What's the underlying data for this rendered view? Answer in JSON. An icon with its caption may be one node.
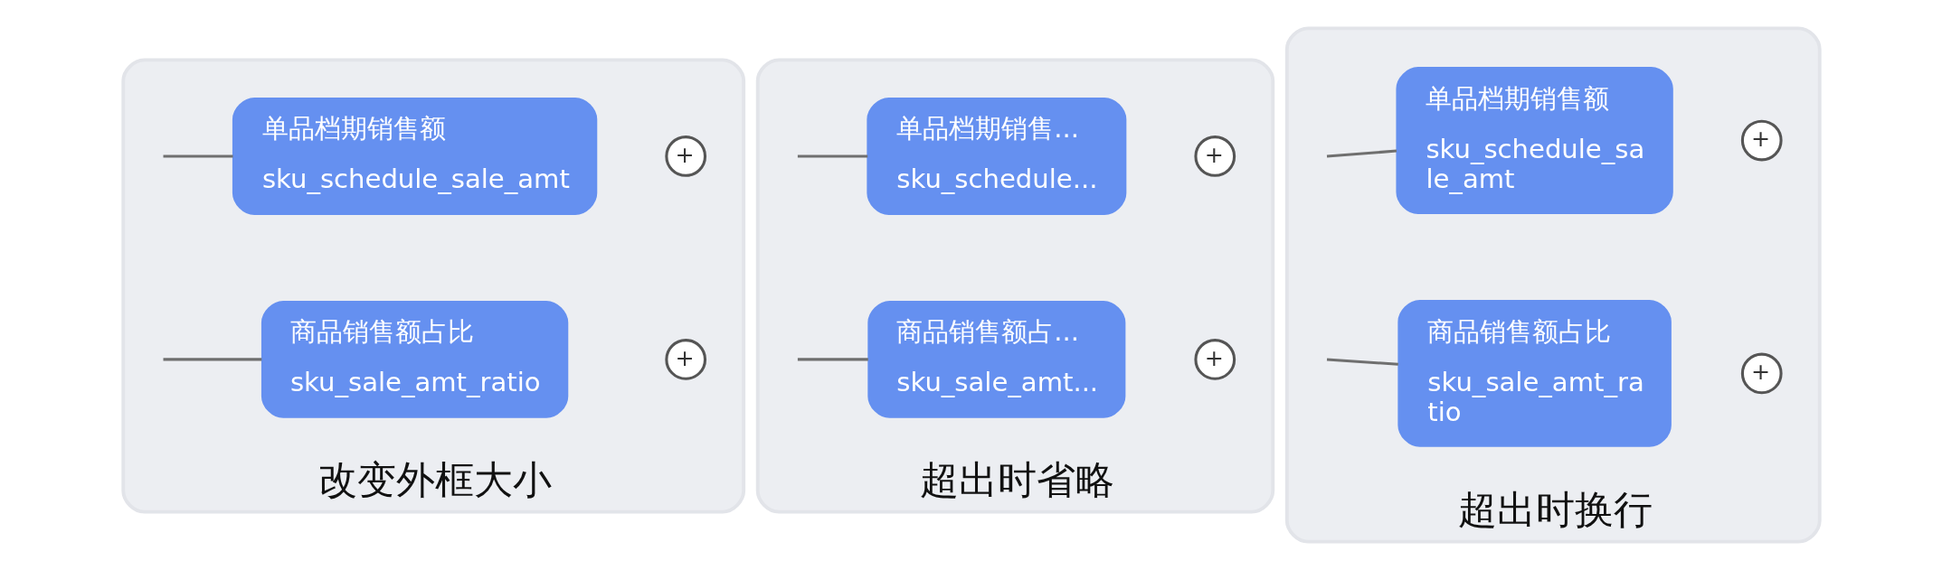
{
  "diagram": {
    "nodes": [
      {
        "text": [
          "改变外框大小"
        ]
      },
      {
        "text": [
          "单品档期销售额",
          "sku_schedule_sale_amt"
        ],
        "in": 0
      },
      {
        "text": [
          "+"
        ],
        "in": 0
      },
      {
        "text": [
          "商品销售额占比",
          "sku_sale_amt_ratio"
        ],
        "in": 0
      },
      {
        "text": [
          "+"
        ],
        "in": 0
      },
      {
        "text": [
          "超出时省略"
        ]
      },
      {
        "text": [
          "单品档期销售...",
          "sku_schedule..."
        ],
        "in": 5
      },
      {
        "text": [
          "+"
        ],
        "in": 5
      },
      {
        "text": [
          "商品销售额占...",
          "sku_sale_amt..."
        ],
        "in": 5
      },
      {
        "text": [
          "+"
        ],
        "in": 5
      },
      {
        "text": [
          "超出时换行"
        ]
      },
      {
        "text": [
          "单品档期销售额",
          "sku_schedule_sa le_amt"
        ],
        "in": 10
      },
      {
        "text": [
          "+"
        ],
        "in": 10
      },
      {
        "text": [
          "商品销售额占比",
          "sku_sale_amt_ra tio"
        ],
        "in": 10
      },
      {
        "text": [
          "+"
        ],
        "in": 10
      }
    ],
    "edges": [
      {
        "from": null,
        "to": 1,
        "arrow": "none"
      },
      {
        "from": null,
        "to": 3,
        "arrow": "none"
      },
      {
        "from": null,
        "to": 6,
        "arrow": "none"
      },
      {
        "from": null,
        "to": 8,
        "arrow": "none"
      },
      {
        "from": null,
        "to": 11,
        "arrow": "none"
      },
      {
        "from": null,
        "to": 13,
        "arrow": "none"
      }
    ]
  }
}
